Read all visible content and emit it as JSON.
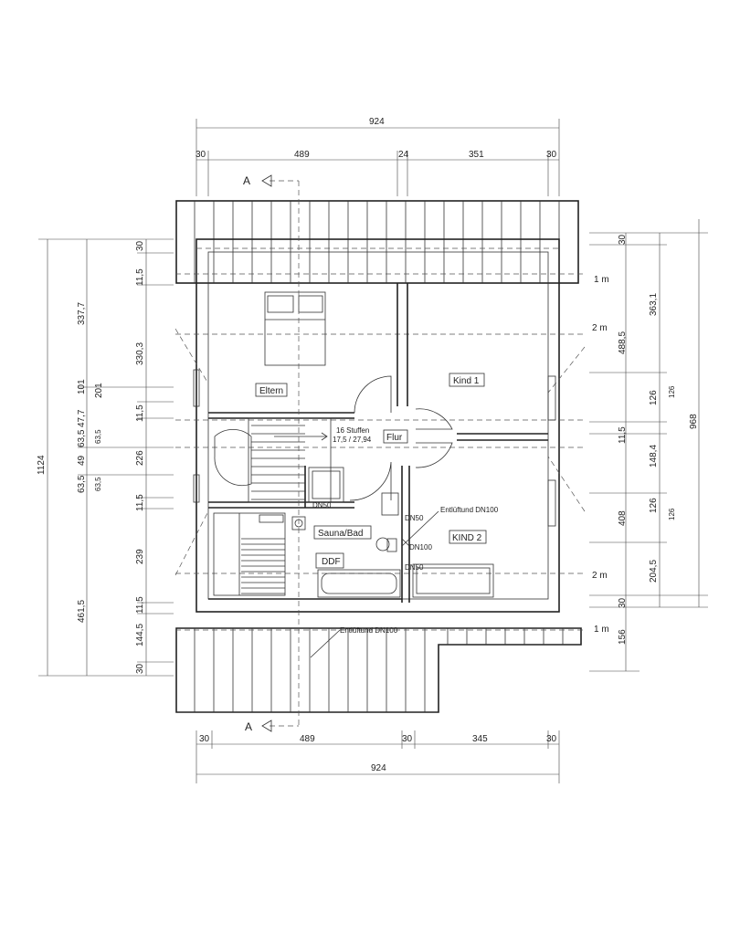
{
  "dims": {
    "top_total": "924",
    "top_parts": [
      "30",
      "489",
      "24",
      "351",
      "30"
    ],
    "bottom_total": "924",
    "bottom_parts": [
      "30",
      "489",
      "30",
      "345",
      "30"
    ],
    "left_total": "1124",
    "left_outer": [
      "337,7",
      "201",
      "63,5",
      "461,5"
    ],
    "left_inner": [
      "30",
      "11,5",
      "330,3",
      "101",
      "11,5",
      "63,5",
      "47,7",
      "226",
      "49",
      "63,5",
      "11,5",
      "239",
      "11,5",
      "144,5",
      "30"
    ],
    "left_small": [
      "63,5",
      "63,5"
    ],
    "right_total": "968",
    "right_outer": [
      "363,1",
      "488,5",
      "408"
    ],
    "right_inner": [
      "30",
      "126",
      "11,5",
      "148,4",
      "126",
      "204,5",
      "30",
      "156"
    ],
    "right_small": [
      "126",
      "126"
    ],
    "height_markers": [
      "1 m",
      "2 m",
      "2 m",
      "1 m"
    ]
  },
  "section": {
    "label_top": "A",
    "label_bottom": "A"
  },
  "rooms": {
    "eltern": "Eltern",
    "kind1": "Kind 1",
    "flur": "Flur",
    "sauna": "Sauna/Bad",
    "kind2": "KIND 2",
    "ddf": "DDF"
  },
  "stairs": {
    "line1": "16 Stuffen",
    "line2": "17,5 / 27,94"
  },
  "annotations": {
    "dn50_a": "DN50",
    "dn50_b": "DN50",
    "dn50_c": "DN50",
    "dn100": "DN100",
    "entlueftung1": "Entlüftund DN100",
    "entlueftung2": "Entlüftund DN100"
  }
}
